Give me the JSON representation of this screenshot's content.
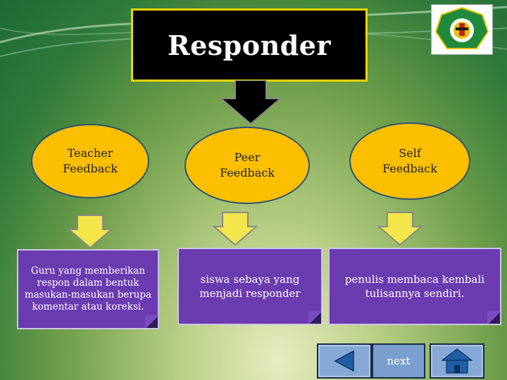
{
  "title": "Responder",
  "colors": {
    "ellipse": "#fbbf00",
    "box": "#6b3bb0",
    "title_bg": "#000000",
    "title_border": "#f2d400",
    "arrow": "#f4e64a"
  },
  "columns": [
    {
      "heading_line1": "Teacher",
      "heading_line2": "Feedback",
      "description": "Guru yang memberikan respon dalam bentuk masukan-masukan berupa komentar atau koreksi."
    },
    {
      "heading_line1": "Peer",
      "heading_line2": "Feedback",
      "description": "siswa sebaya yang menjadi responder"
    },
    {
      "heading_line1": "Self",
      "heading_line2": "Feedback",
      "description": "penulis membaca kembali tulisannya sendiri."
    }
  ],
  "nav": {
    "back_icon": "triangle-left-icon",
    "next_label": "next",
    "home_icon": "house-icon"
  }
}
